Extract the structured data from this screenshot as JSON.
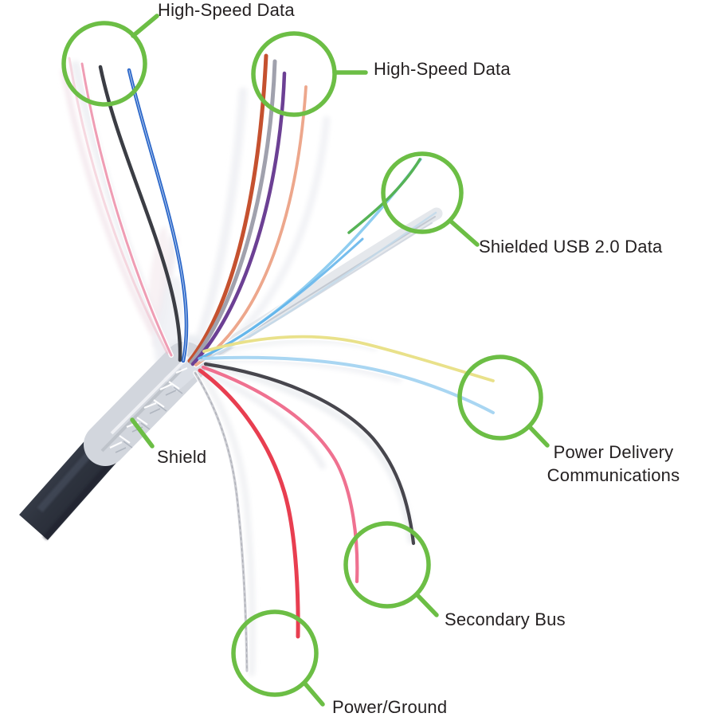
{
  "figure": {
    "description": "Annotated photo-diagram of a stripped cable end with fanned-out internal wires, green callout circles and labels"
  },
  "annotations": [
    {
      "id": "high-speed-data-1",
      "label": "High-Speed Data",
      "wires_highlighted": [
        "pale pink",
        "pink stripe",
        "black",
        "blue"
      ]
    },
    {
      "id": "high-speed-data-2",
      "label": "High-Speed Data",
      "wires_highlighted": [
        "rust red",
        "gray",
        "purple",
        "salmon"
      ]
    },
    {
      "id": "shielded-usb-data",
      "label": "Shielded USB 2.0 Data",
      "wires_highlighted": [
        "green",
        "light blue foil pair"
      ]
    },
    {
      "id": "power-delivery-communications",
      "label": "Power Delivery Communications",
      "line1": "Power Delivery",
      "line2": "Communications",
      "wires_highlighted": [
        "yellow",
        "light blue"
      ]
    },
    {
      "id": "shield",
      "label": "Shield",
      "wires_highlighted": [
        "braided foil shield"
      ]
    },
    {
      "id": "secondary-bus",
      "label": "Secondary Bus",
      "wires_highlighted": [
        "dark gray"
      ]
    },
    {
      "id": "power-ground",
      "label": "Power/Ground",
      "wires_highlighted": [
        "silver",
        "red"
      ]
    }
  ],
  "colors": {
    "accent": "#6cbe45",
    "text": "#231f20",
    "background": "#ffffff",
    "cable_jacket": "#2d323d",
    "shield_braid": "#d2d6dd",
    "wires": {
      "pale_pink": "#f0b9c8",
      "pink_stripe": "#ef9db4",
      "black": "#3b3d44",
      "blue": "#2b67c9",
      "rust_red": "#c5512f",
      "gray": "#a0a1ad",
      "purple": "#6c4094",
      "salmon": "#eda78c",
      "light_blue_usb": "#8fcdf0",
      "green": "#56b356",
      "yellow": "#e9e18a",
      "light_blue_pd": "#a9d6f2",
      "dark_gray": "#47464d",
      "pink": "#ef7190",
      "red": "#e83e50",
      "silver": "#cbccd2"
    }
  }
}
